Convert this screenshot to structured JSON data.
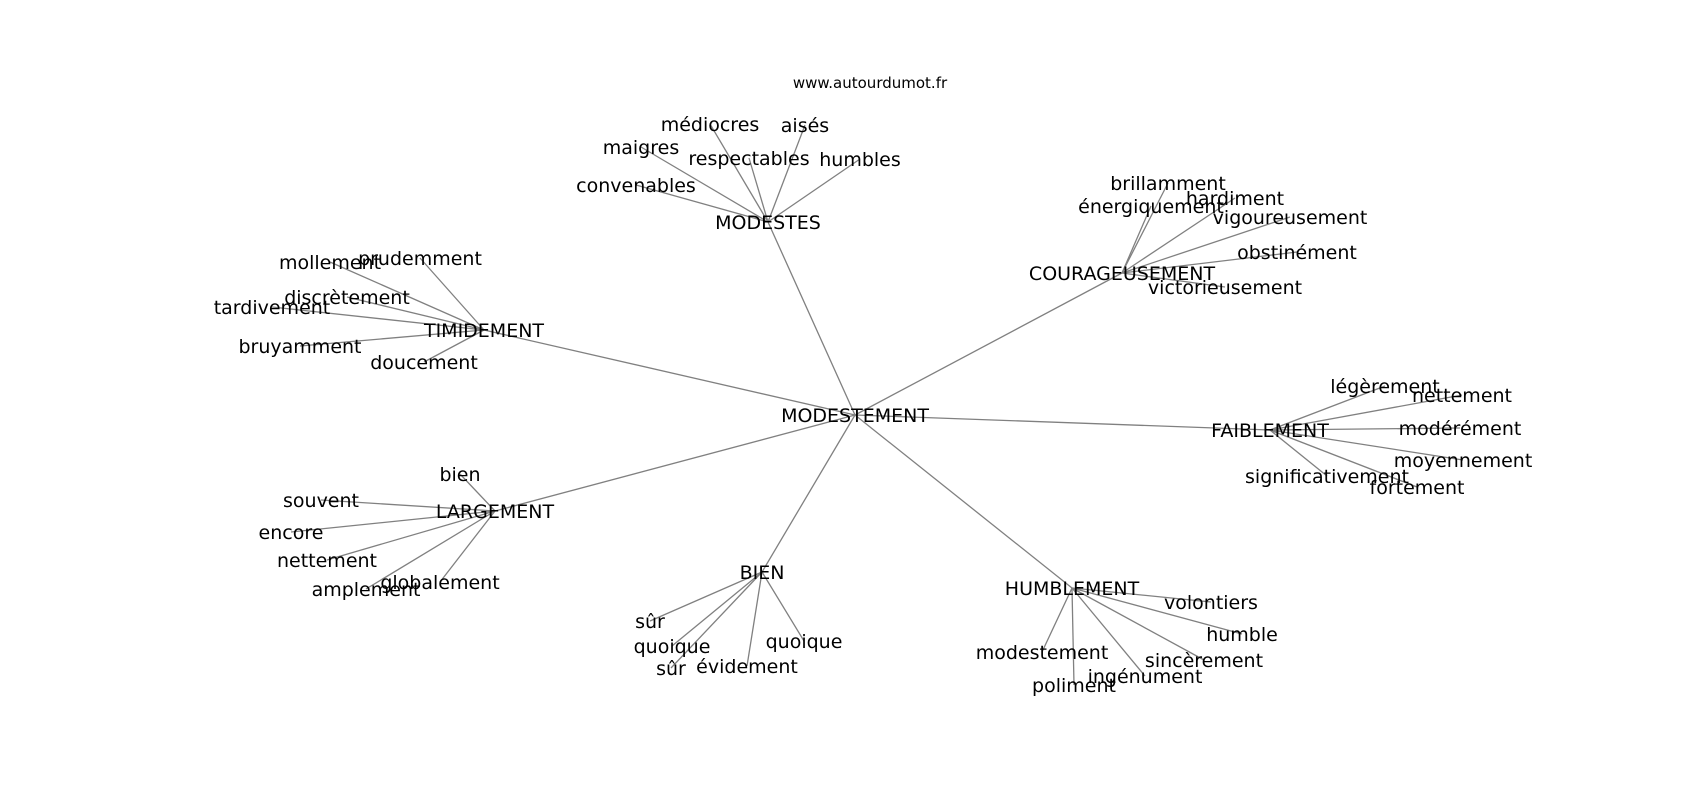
{
  "source": "www.autourdumot.fr",
  "graph": {
    "center": "MODESTEMENT",
    "clusters": [
      {
        "hub": "MODESTES",
        "leaves": [
          "médiocres",
          "aisés",
          "maigres",
          "respectables",
          "humbles",
          "convenables"
        ]
      },
      {
        "hub": "COURAGEUSEMENT",
        "leaves": [
          "brillamment",
          "énergiquement",
          "hardiment",
          "vigoureusement",
          "obstinément",
          "victorieusement"
        ]
      },
      {
        "hub": "TIMIDEMENT",
        "leaves": [
          "mollement",
          "prudemment",
          "discrètement",
          "tardivement",
          "bruyamment",
          "doucement"
        ]
      },
      {
        "hub": "FAIBLEMENT",
        "leaves": [
          "légèrement",
          "nettement",
          "modérément",
          "moyennement",
          "significativement",
          "fortement"
        ]
      },
      {
        "hub": "LARGEMENT",
        "leaves": [
          "bien",
          "souvent",
          "encore",
          "nettement",
          "amplement",
          "globalement"
        ]
      },
      {
        "hub": "BIEN",
        "leaves": [
          "sûr",
          "quoique",
          "sûr",
          "évidement",
          "quoique"
        ]
      },
      {
        "hub": "HUMBLEMENT",
        "leaves": [
          "volontiers",
          "humble",
          "sincèrement",
          "ingénument",
          "poliment",
          "modestement"
        ]
      }
    ]
  }
}
